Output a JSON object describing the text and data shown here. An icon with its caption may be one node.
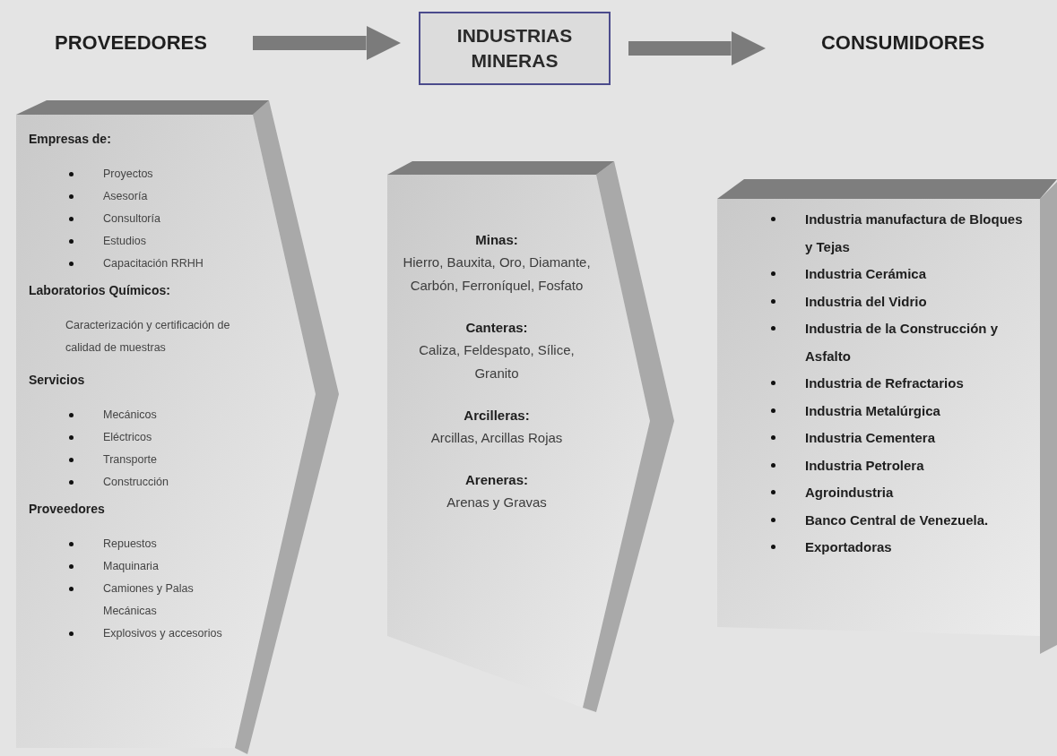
{
  "diagram": {
    "nodes": [
      {
        "text": [
          "PROVEEDORES"
        ]
      },
      {
        "text": [
          "INDUSTRIAS MINERAS"
        ]
      },
      {
        "text": [
          "CONSUMIDORES"
        ]
      },
      {
        "text": [
          "Empresas de:",
          "Proyectos",
          "Asesoría",
          "Consultoría",
          "Estudios",
          "Capacitación RRHH",
          "Laboratorios Químicos:",
          "Caracterización y certificación de calidad de muestras",
          "Servicios",
          "Mecánicos",
          "Eléctricos",
          "Transporte",
          "Construcción",
          "Proveedores",
          "Repuestos",
          "Maquinaria",
          "Camiones y Palas Mecánicas",
          "Explosivos y accesorios"
        ]
      },
      {
        "text": [
          "Minas:",
          "Hierro, Bauxita, Oro, Diamante, Carbón, Ferroníquel, Fosfato",
          "Canteras:",
          "Caliza, Feldespato, Sílice, Granito",
          "Arcilleras:",
          "Arcillas, Arcillas Rojas",
          "Areneras:",
          "Arenas y Gravas"
        ]
      },
      {
        "text": [
          "Industria manufactura de Bloques y Tejas",
          "Industria Cerámica",
          "Industria del Vidrio",
          "Industria de la Construcción y Asfalto",
          "Industria de Refractarios",
          "Industria Metalúrgica",
          "Industria Cementera",
          "Industria Petrolera",
          "Agroindustria",
          "Banco Central de Venezuela.",
          "Exportadoras"
        ]
      }
    ],
    "edges": [
      {
        "from": 0,
        "to": 1,
        "arrow": "to"
      },
      {
        "from": 1,
        "to": 2,
        "arrow": "to"
      }
    ]
  }
}
